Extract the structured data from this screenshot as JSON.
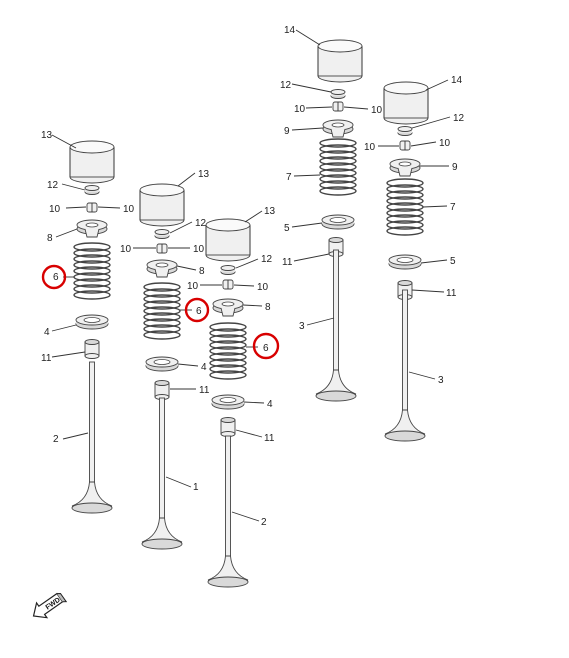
{
  "labels": {
    "n1": "1",
    "n2": "2",
    "n3": "3",
    "n4": "4",
    "n5": "5",
    "n6": "6",
    "n7": "7",
    "n8": "8",
    "n9": "9",
    "n10": "10",
    "n11": "11",
    "n12": "12",
    "n13": "13",
    "n14": "14"
  },
  "fwd_label": "FWD",
  "highlight_color": "#d80000"
}
